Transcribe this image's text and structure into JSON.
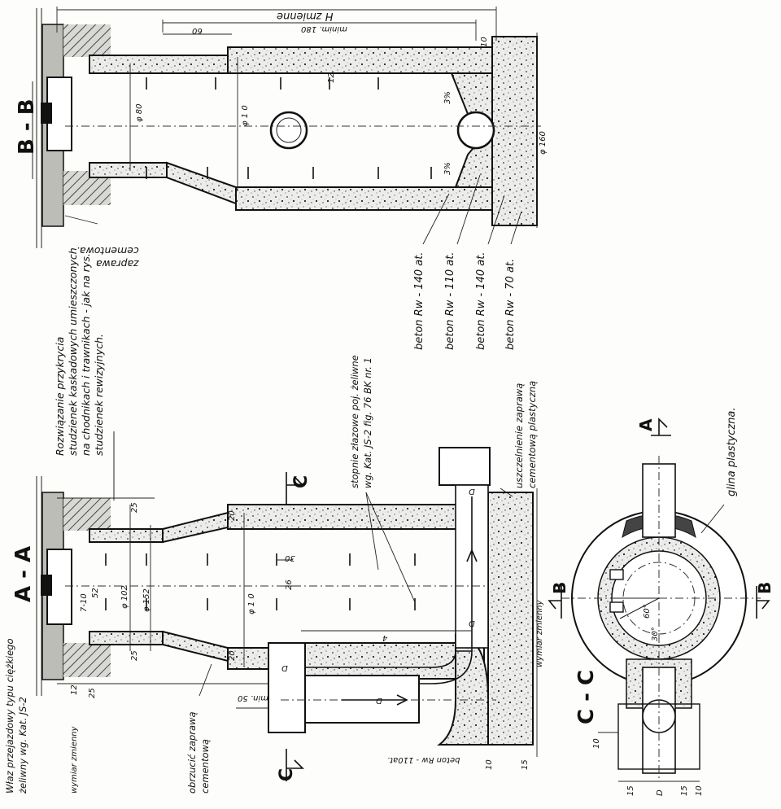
{
  "sections": {
    "bb_title": "B - B",
    "aa_title": "A - A",
    "cc_title": "C - C",
    "marker_c": "C",
    "marker_a": "A",
    "marker_b": "B"
  },
  "bb_labels": {
    "h_zmienne": "H zmienne",
    "minim_180": "minim. 180",
    "d60": "60",
    "d10": "10",
    "d12": "12",
    "phi80": "φ 80",
    "phi10": "φ 1 0",
    "phi160": "φ 160",
    "slope1": "3%",
    "slope2": "3%",
    "zaprawa": "zaprawa\ncementowa."
  },
  "beton_labels": [
    "beton Rw - 140 at.",
    "beton Rw - 110 at.",
    "beton Rw - 140 at.",
    "beton Rw - 70 at."
  ],
  "note": "Rozwiązanie przykrycia\nstudzienek kaskadowych umieszczonych\nna chodnikach i trawnikach - jak na rys.\nstudzienek rewizyjnych.",
  "aa_labels": {
    "wlaz": "Właz przejazdowy typu ciężkiego\nżeliwny wg. Kat. JS-2",
    "wymiar_zmienny_left": "wymiar zmienny",
    "obrzucic": "obrzucić zaprawą\ncementową",
    "phi102": "φ 102",
    "phi152": "φ 152",
    "phi10": "φ 1 0",
    "d25a": "25",
    "d25b": "25",
    "d25c": "25",
    "d12": "12",
    "d20a": "20",
    "d20b": "20",
    "d7_10": "7-10",
    "d52": "52",
    "d30": "30",
    "d26": "26",
    "min50": "min. 50",
    "d4": "4",
    "dD1": "D",
    "dD2": "D",
    "dD3": "D",
    "dD4": "D",
    "stopnie": "stopnie złazowe poj. żeliwne\nwg. Kat. JS-2 fig. 76 BK nr. 1",
    "uszczelnienie": "uszczelnienie zaprawą\ncementową plastyczną",
    "wymiar_zmienny_right": "wymiar zmienny",
    "beton_bottom": "beton Rw - 110at.",
    "d10": "10",
    "d15": "15"
  },
  "cc_labels": {
    "glina": "glina plastyczna.",
    "ang60": "60°",
    "ang30": "30°",
    "d10": "10",
    "d15a": "15",
    "d15b": "15",
    "d10b": "10",
    "dD": "D"
  }
}
